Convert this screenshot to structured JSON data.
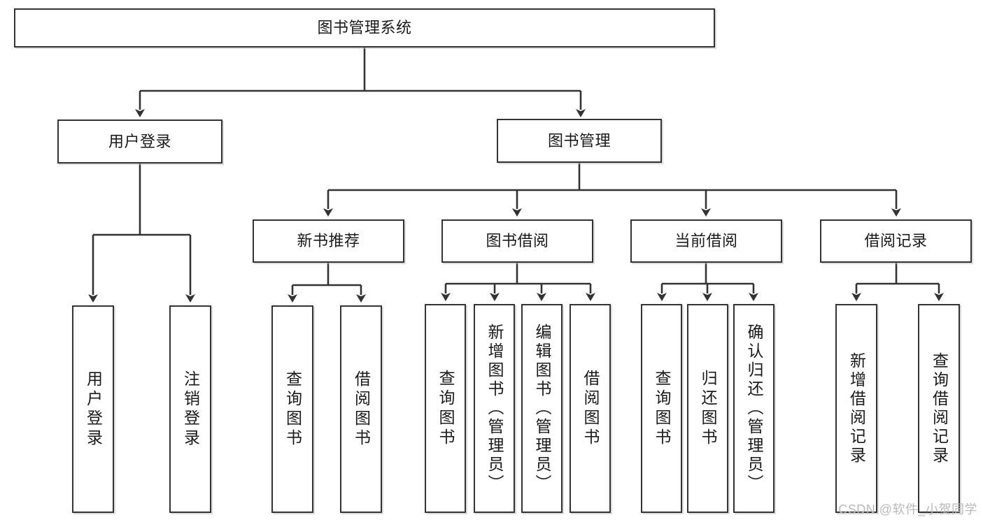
{
  "diagram": {
    "title": "图书管理系统",
    "type": "tree-hierarchy-diagram",
    "watermark": "CSDN @软件_小贺同学",
    "colors": {
      "box_border": "#333333",
      "box_fill": "#ffffff",
      "edge": "#333333",
      "text": "#1a1a1a",
      "watermark": "#b9b9b9"
    },
    "nodes": {
      "root": {
        "label": "图书管理系统"
      },
      "level1": [
        {
          "id": "user-login",
          "label": "用户登录"
        },
        {
          "id": "book-management",
          "label": "图书管理"
        }
      ],
      "level2": [
        {
          "id": "new-book-recommend",
          "label": "新书推荐"
        },
        {
          "id": "book-borrow",
          "label": "图书借阅"
        },
        {
          "id": "current-borrow",
          "label": "当前借阅"
        },
        {
          "id": "borrow-record",
          "label": "借阅记录"
        }
      ],
      "leaves": {
        "user-login": [
          {
            "id": "leaf-user-login",
            "label": "用户登录"
          },
          {
            "id": "leaf-logout-login",
            "label": "注销登录"
          }
        ],
        "new-book-recommend": [
          {
            "id": "leaf-query-book-1",
            "label": "查询图书"
          },
          {
            "id": "leaf-borrow-book-1",
            "label": "借阅图书"
          }
        ],
        "book-borrow": [
          {
            "id": "leaf-query-book-2",
            "label": "查询图书"
          },
          {
            "id": "leaf-add-book",
            "label": "新增图书（管理员）"
          },
          {
            "id": "leaf-edit-book",
            "label": "编辑图书（管理员）"
          },
          {
            "id": "leaf-borrow-book-2",
            "label": "借阅图书"
          }
        ],
        "current-borrow": [
          {
            "id": "leaf-query-book-3",
            "label": "查询图书"
          },
          {
            "id": "leaf-return-book",
            "label": "归还图书"
          },
          {
            "id": "leaf-confirm-return",
            "label": "确认归还（管理员）"
          }
        ],
        "borrow-record": [
          {
            "id": "leaf-add-record",
            "label": "新增借阅记录"
          },
          {
            "id": "leaf-query-record",
            "label": "查询借阅记录"
          }
        ]
      }
    }
  }
}
